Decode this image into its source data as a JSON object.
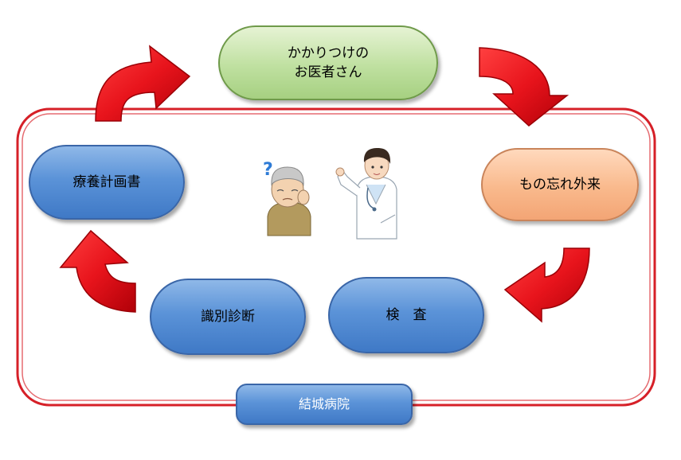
{
  "nodes": {
    "family_doctor": {
      "lines": [
        "かかりつけの",
        "お医者さん"
      ]
    },
    "memory_clinic": {
      "label": "もの忘れ外来"
    },
    "examination": {
      "label": "検　査"
    },
    "differential_diagnosis": {
      "label": "識別診断"
    },
    "care_plan": {
      "label": "療養計画書"
    },
    "hospital": {
      "label": "結城病院"
    }
  },
  "illustrations": {
    "patient": "elderly-man-question-icon",
    "doctor": "doctor-icon"
  },
  "colors": {
    "arrow": "#e8141c",
    "frame": "#d62028",
    "blue": "#5b93d8",
    "green": "#bfe0a0",
    "orange": "#f9b98c"
  }
}
